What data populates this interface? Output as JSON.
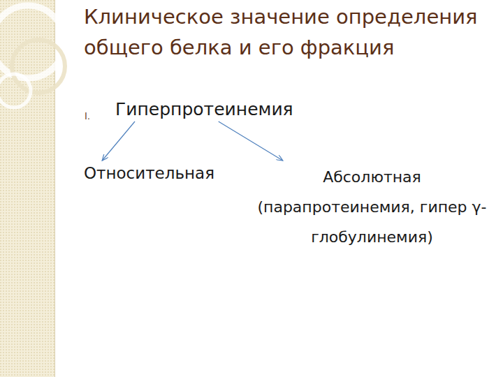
{
  "diagram": {
    "title": "Клиническое значение определения общего белка и его фракция",
    "nodes": [
      {
        "text": [
          "Гиперпротеинемия"
        ]
      },
      {
        "text": [
          "Относительная"
        ]
      },
      {
        "text": [
          "Абсолютная (парапротеинемия, гипер γ- глобулинемия)"
        ]
      }
    ],
    "edges": [
      {
        "from": 0,
        "to": 1,
        "arrow": "to"
      },
      {
        "from": 0,
        "to": 2,
        "arrow": "to"
      }
    ],
    "labels": [
      "I."
    ]
  }
}
